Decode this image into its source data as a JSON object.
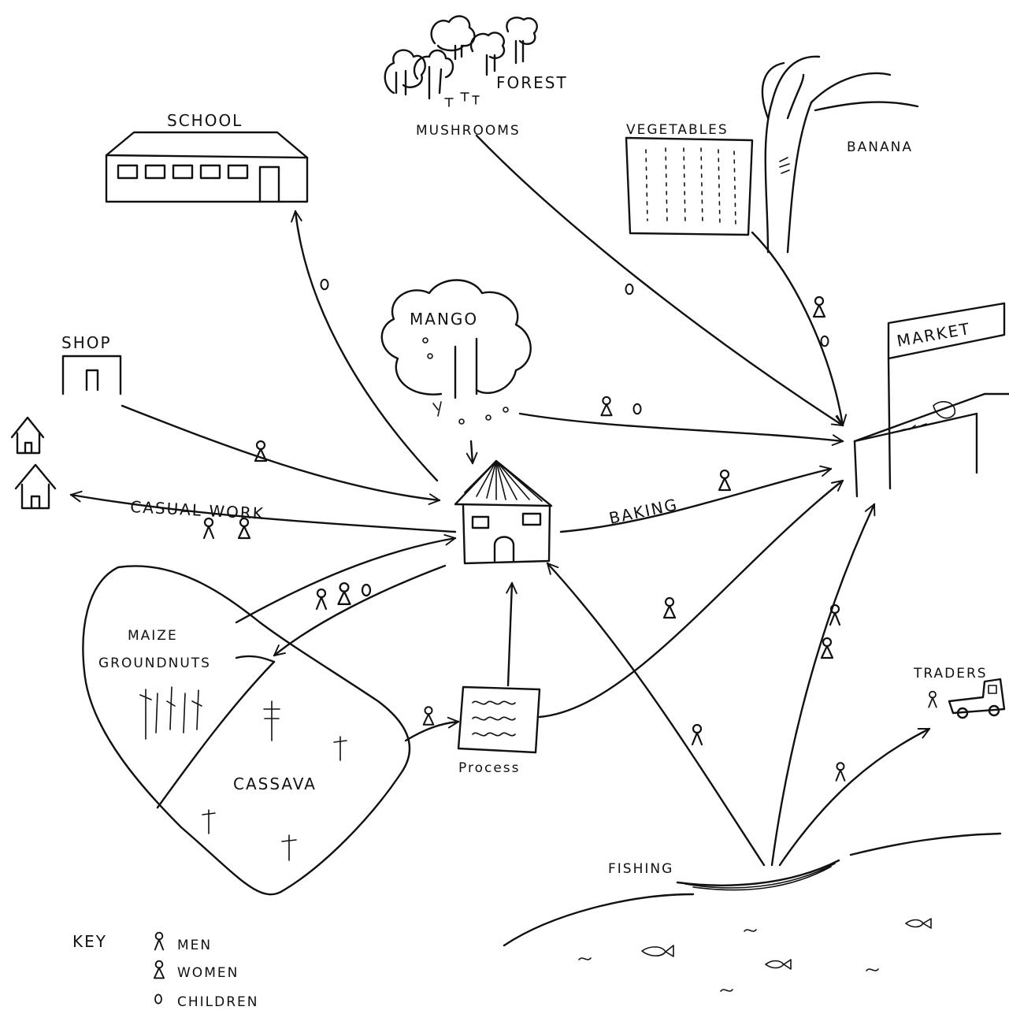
{
  "labels": {
    "school": "SCHOOL",
    "forest": "FOREST",
    "mushrooms": "MUSHROOMS",
    "vegetables": "VEGETABLES",
    "banana": "BANANA",
    "shop": "SHOP",
    "mango": "MANGO",
    "market": "MARKET",
    "casual_work": "CASUAL WORK",
    "baking": "BAKING",
    "maize_groundnuts_1": "MAIZE",
    "maize_groundnuts_2": "GROUNDNUTS",
    "cassava": "CASSAVA",
    "process": "Process",
    "traders": "TRADERS",
    "fishing": "FISHING"
  },
  "flow_symbols": {
    "school": "O",
    "mushrooms": "O",
    "vegetables_women": "8",
    "vegetables_children": "O",
    "shop": "8",
    "mango": "8 O",
    "casual_work": "8 8",
    "baking": "8",
    "fields": "8 8 O",
    "process_to_market": "8",
    "fields_to_process": "8",
    "fishing_to_home": "8",
    "fishing_to_market": "8 8",
    "fishing_to_traders": "8"
  },
  "key": {
    "title": "KEY",
    "items": [
      {
        "symbol": "men",
        "label": "MEN"
      },
      {
        "symbol": "women",
        "label": "WOMEN"
      },
      {
        "symbol": "children",
        "label": "CHILDREN"
      }
    ]
  }
}
